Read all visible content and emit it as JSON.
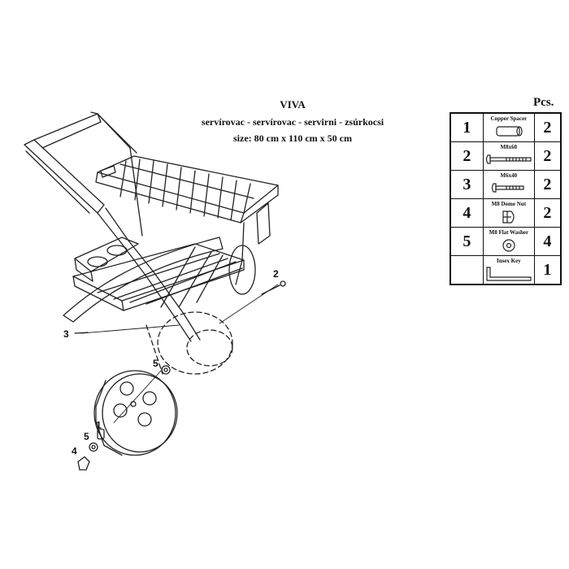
{
  "header": {
    "title": "VIVA",
    "subtitle": "servírovac - servírovac - servirni - zsúrkocsi",
    "size": "size: 80 cm x 110 cm x 50 cm"
  },
  "parts_table": {
    "qty_header": "Pcs.",
    "rows": [
      {
        "num": "1",
        "name": "Copper Spacer",
        "icon": "spacer-icon",
        "qty": "2"
      },
      {
        "num": "2",
        "name": "M8x60",
        "icon": "bolt-icon",
        "qty": "2"
      },
      {
        "num": "3",
        "name": "M6x40",
        "icon": "bolt-icon",
        "qty": "2"
      },
      {
        "num": "4",
        "name": "M8 Dome Nut",
        "icon": "dome-nut-icon",
        "qty": "2"
      },
      {
        "num": "5",
        "name": "M8 Flat Washer",
        "icon": "washer-icon",
        "qty": "4"
      },
      {
        "num": "",
        "name": "Insex Key",
        "icon": "allen-key-icon",
        "qty": "1"
      }
    ]
  },
  "callouts": {
    "c2": "2",
    "c3": "3",
    "c5a": "5",
    "c1": "1",
    "c5b": "5",
    "c4": "4"
  }
}
